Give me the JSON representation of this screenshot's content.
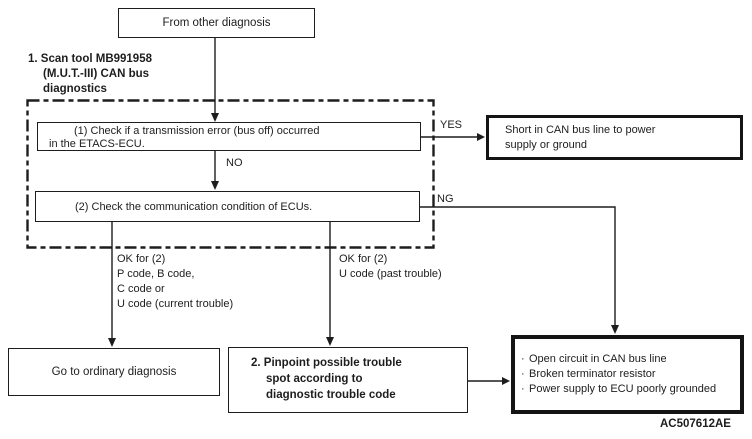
{
  "figure": {
    "code": "AC507612AE",
    "ink": "#1d1d1d",
    "background": "#ffffff",
    "heading": {
      "line1": "1. Scan tool MB991958",
      "line2": "(M.U.T.-III) CAN bus",
      "line3": "diagnostics"
    },
    "nodes": {
      "start": {
        "text": "From other diagnosis"
      },
      "step1": {
        "line1": "(1) Check if a transmission error (bus off) occurred",
        "line2": "in the ETACS-ECU."
      },
      "step2": {
        "text": "(2) Check the communication condition of ECUs."
      },
      "short_circuit": {
        "line1": "Short in CAN bus line to power",
        "line2": "supply or ground"
      },
      "ordinary": {
        "text": "Go to ordinary diagnosis"
      },
      "pinpoint": {
        "line1": "2. Pinpoint possible trouble",
        "line2": "spot according to",
        "line3": "diagnostic trouble code"
      },
      "causes": {
        "bullet": "·",
        "item1": "Open circuit in CAN bus line",
        "item2": "Broken terminator resistor",
        "item3": "Power supply to ECU poorly grounded"
      }
    },
    "edge_labels": {
      "yes": "YES",
      "no": "NO",
      "ng": "NG",
      "ok_left": {
        "line1": "OK for (2)",
        "line2": "P code, B code,",
        "line3": "C code or",
        "line4": "U code (current trouble)"
      },
      "ok_right": {
        "line1": "OK for (2)",
        "line2": "U code (past trouble)"
      }
    }
  }
}
